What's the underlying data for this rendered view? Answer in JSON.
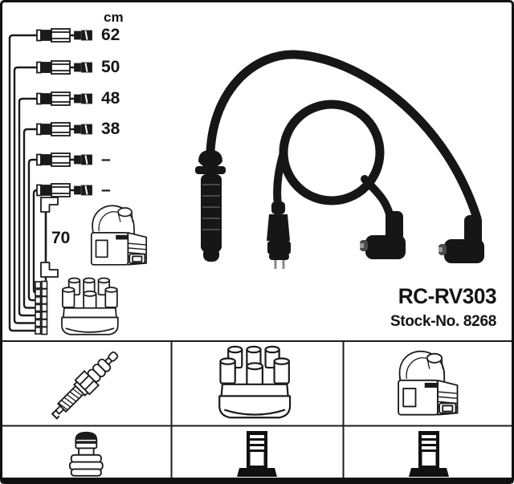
{
  "product": {
    "part_number": "RC-RV303",
    "stock_label": "Stock-No. 8268"
  },
  "lengths_table": {
    "unit_header": "cm",
    "rows": [
      "62",
      "50",
      "48",
      "38",
      "–",
      "–"
    ],
    "coil_wire_length": "70"
  },
  "diagram_icons": {
    "left_column": [
      "ignition-coil-icon",
      "distributor-cap-icon"
    ],
    "photo": "ignition-lead-set-photo"
  },
  "legend_grid": {
    "row1": [
      "spark-plug-icon",
      "distributor-cap-icon",
      "ignition-coil-icon"
    ],
    "row2": [
      "plug-terminal-nut-icon",
      "terminal-post-icon",
      "terminal-post-icon"
    ]
  },
  "colors": {
    "ink": "#1a1a1a",
    "background": "#ffffff"
  }
}
